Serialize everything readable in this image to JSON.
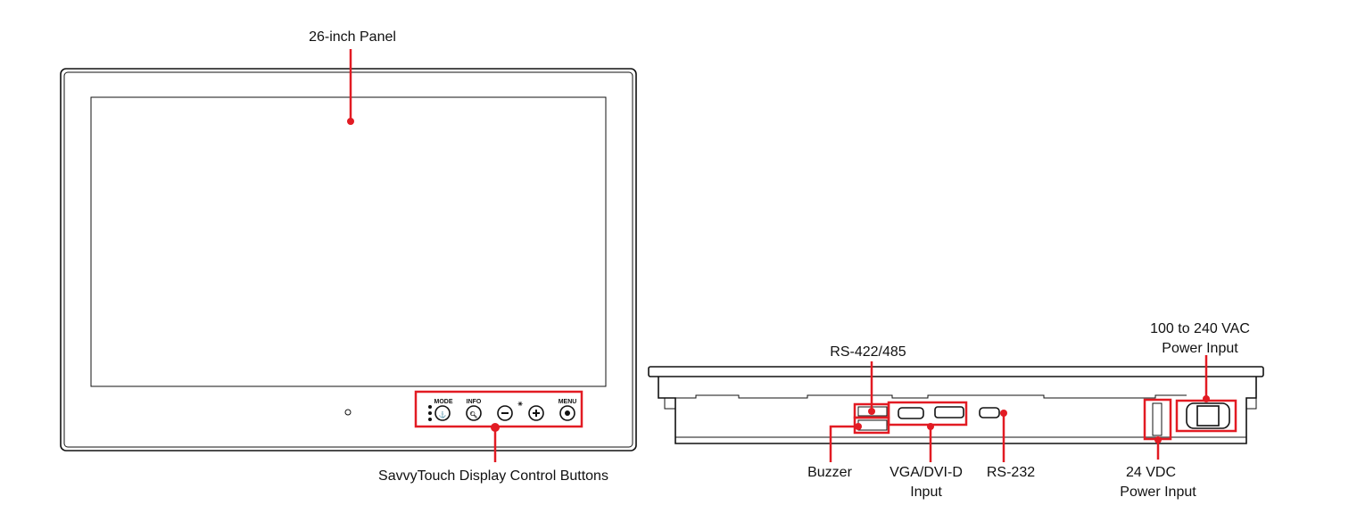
{
  "colors": {
    "callout": "#e21b23",
    "line": "#111111"
  },
  "front": {
    "panel_label": "26-inch Panel",
    "buttons_label": "SavvyTouch Display Control Buttons",
    "button_labels": {
      "mode": "MODE",
      "info": "INFO",
      "menu": "MENU"
    }
  },
  "rear": {
    "rs422_label": "RS-422/485",
    "buzzer_label": "Buzzer",
    "vga_label_1": "VGA/DVI-D",
    "vga_label_2": "Input",
    "rs232_label": "RS-232",
    "dc_label_1": "24 VDC",
    "dc_label_2": "Power Input",
    "ac_label_1": "100 to 240 VAC",
    "ac_label_2": "Power Input"
  }
}
